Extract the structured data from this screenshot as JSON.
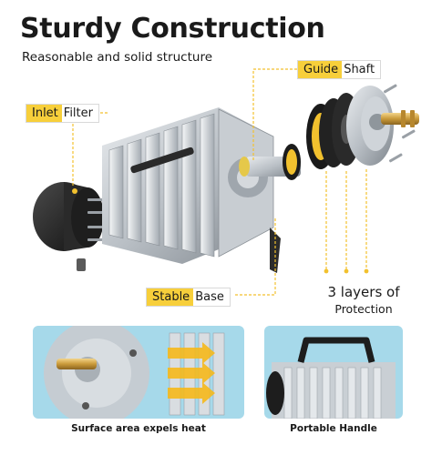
{
  "header": {
    "title": "Sturdy Construction",
    "subtitle": "Reasonable and solid structure"
  },
  "callouts": {
    "guide": {
      "highlight": "Guide",
      "rest": "Shaft"
    },
    "inlet": {
      "highlight": "Inlet",
      "rest": "Filter"
    },
    "stable": {
      "highlight": "Stable",
      "rest": "Base"
    }
  },
  "layers": {
    "line1": "3 layers of",
    "line2": "Protection"
  },
  "panels": {
    "left_caption": "Surface area expels heat",
    "right_caption": "Portable Handle"
  },
  "colors": {
    "accent": "#f7cf3b",
    "panel_bg": "#a6d9ea",
    "lead_line": "#f2c12e",
    "arrow": "#f5b81b"
  }
}
